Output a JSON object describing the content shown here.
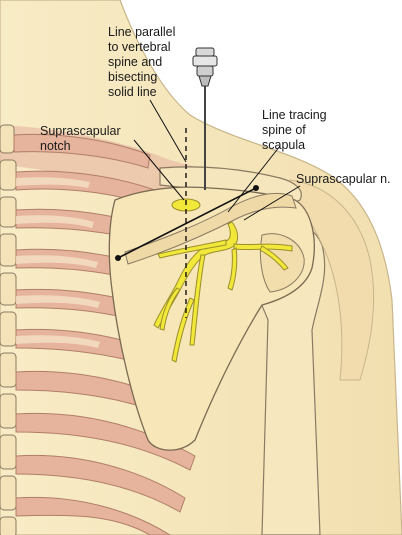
{
  "labels": {
    "parallel_line": "Line parallel\nto vertebral\nspine and\nbisecting\nsolid line",
    "suprascapular_notch": "Suprascapular\nnotch",
    "line_tracing_spine": "Line tracing\nspine of\nscapula",
    "suprascapular_nerve": "Suprascapular n."
  },
  "colors": {
    "skin": "#f6e8be",
    "skin_edge": "#c8b58a",
    "bone": "#f3dfb2",
    "bone_light": "#faf0d2",
    "bone_edge": "#8a7a62",
    "muscle": "#e6b39c",
    "muscle_dark": "#d99a84",
    "nerve": "#f2e83a",
    "nerve_edge": "#9a8f2a",
    "line": "#111111"
  }
}
